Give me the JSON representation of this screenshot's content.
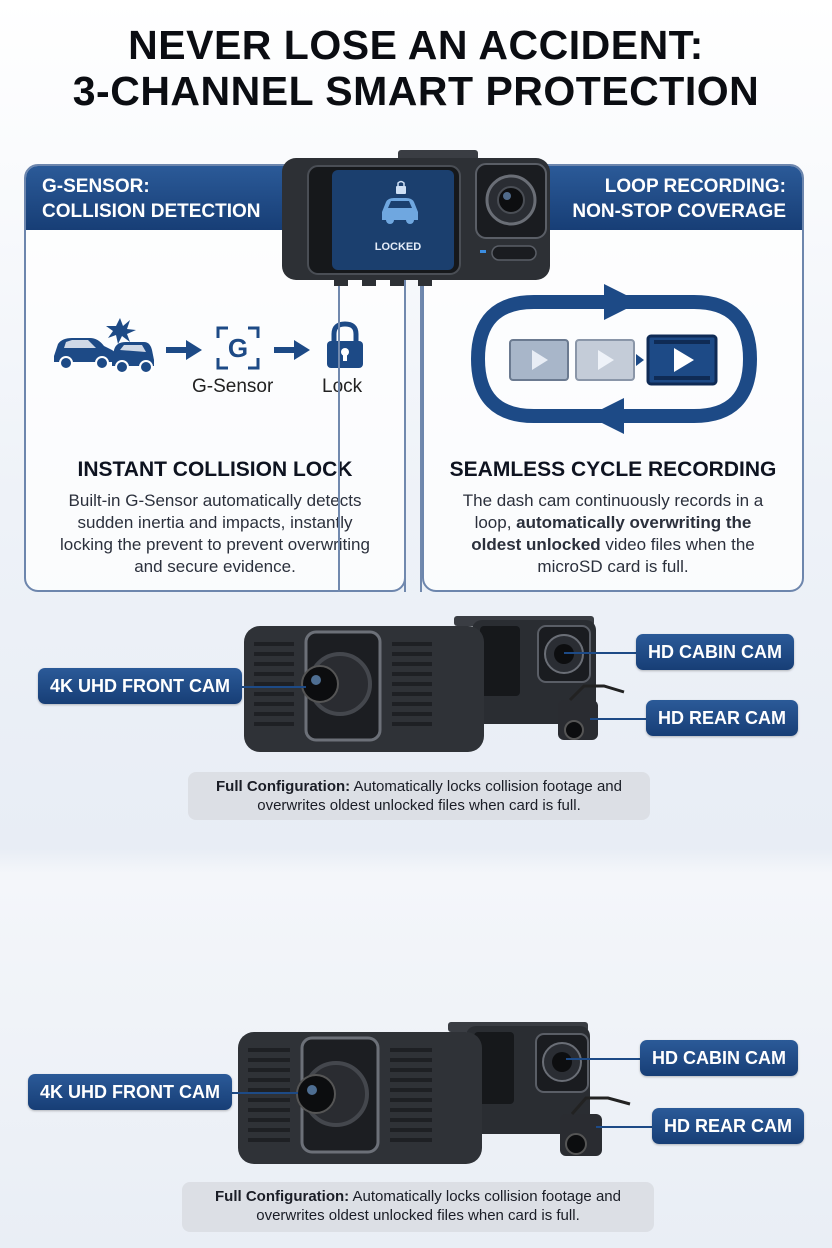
{
  "headline": {
    "line1": "NEVER LOSE AN ACCIDENT:",
    "line2": "3-CHANNEL SMART PROTECTION"
  },
  "device_screen": {
    "text": "LOCKED"
  },
  "left_panel": {
    "header_line1": "G-SENSOR:",
    "header_line2": "COLLISION DETECTION",
    "flow": {
      "g_label": "G",
      "sensor_label": "G-Sensor",
      "lock_label": "Lock"
    },
    "title": "INSTANT COLLISION LOCK",
    "body_lines": [
      "Built-in G-Sensor automatically detects",
      "sudden inertia and impacts, instantly",
      "locking the prevent to prevent overwriting",
      "and secure evidence."
    ]
  },
  "right_panel": {
    "header_line1": "LOOP RECORDING:",
    "header_line2": "NON-STOP COVERAGE",
    "title": "SEAMLESS CYCLE RECORDING",
    "body": {
      "l1": "The dash cam continuously records in a",
      "l2_a": "loop, ",
      "l2_b": "automatically overwriting the",
      "l3_a": "oldest unlocked",
      "l3_b": " video files when the",
      "l4": "microSD card is full."
    }
  },
  "config_sections": [
    {
      "front_cam": "4K UHD FRONT CAM",
      "cabin_cam": "HD CABIN CAM",
      "rear_cam": "HD REAR CAM",
      "caption_bold": "Full Configuration:",
      "caption_line1": " Automatically locks collision footage and",
      "caption_line2": "overwrites oldest unlocked files when card is full."
    },
    {
      "front_cam": "4K UHD FRONT CAM",
      "cabin_cam": "HD CABIN CAM",
      "rear_cam": "HD REAR CAM",
      "caption_bold": "Full Configuration:",
      "caption_line1": " Automatically locks collision footage and",
      "caption_line2": "overwrites oldest unlocked files when card is full."
    }
  ],
  "colors": {
    "accent_blue": "#1d4a86",
    "header_blue": "#2b5a98",
    "device_dark": "#2d3035",
    "caption_bg": "#dcdfe5"
  },
  "icons": [
    "crash-cars-icon",
    "arrow-right-icon",
    "g-sensor-icon",
    "padlock-icon",
    "loop-arrow-icon",
    "video-file-icon"
  ]
}
